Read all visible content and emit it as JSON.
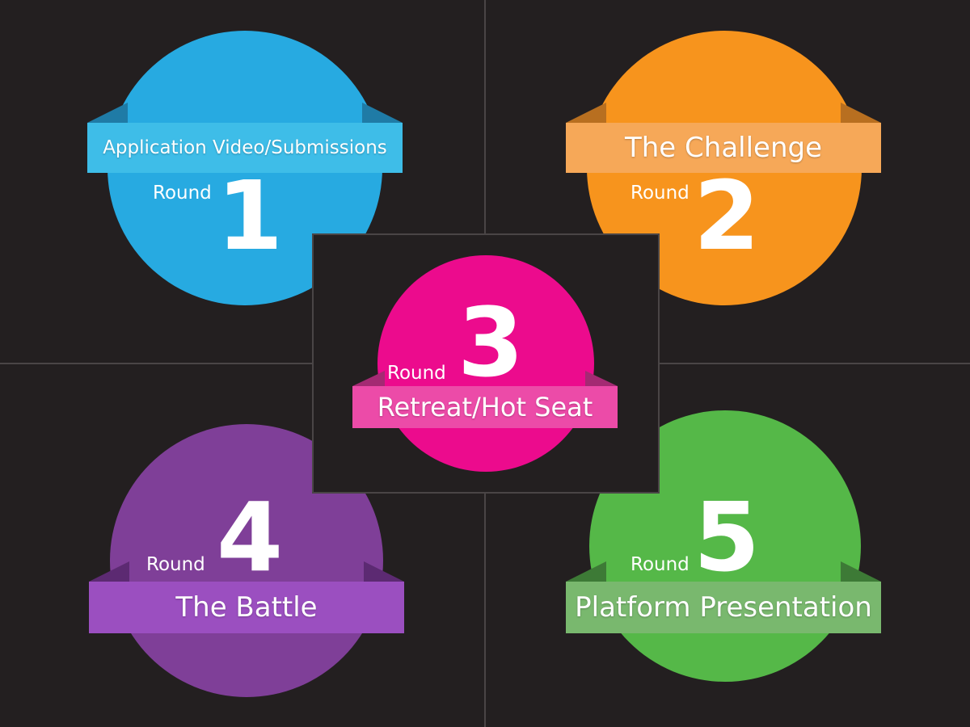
{
  "colors": {
    "background": "#231f20",
    "round1": "#27aae1",
    "round2": "#f7941d",
    "round3": "#ec0b8d",
    "round4": "#7f3f98",
    "round5": "#55b848"
  },
  "rounds": [
    {
      "word": "Round",
      "number": "1",
      "title": "Application Video/Submissions"
    },
    {
      "word": "Round",
      "number": "2",
      "title": "The Challenge"
    },
    {
      "word": "Round",
      "number": "3",
      "title": "Retreat/Hot Seat"
    },
    {
      "word": "Round",
      "number": "4",
      "title": "The Battle"
    },
    {
      "word": "Round",
      "number": "5",
      "title": "Platform Presentation"
    }
  ]
}
